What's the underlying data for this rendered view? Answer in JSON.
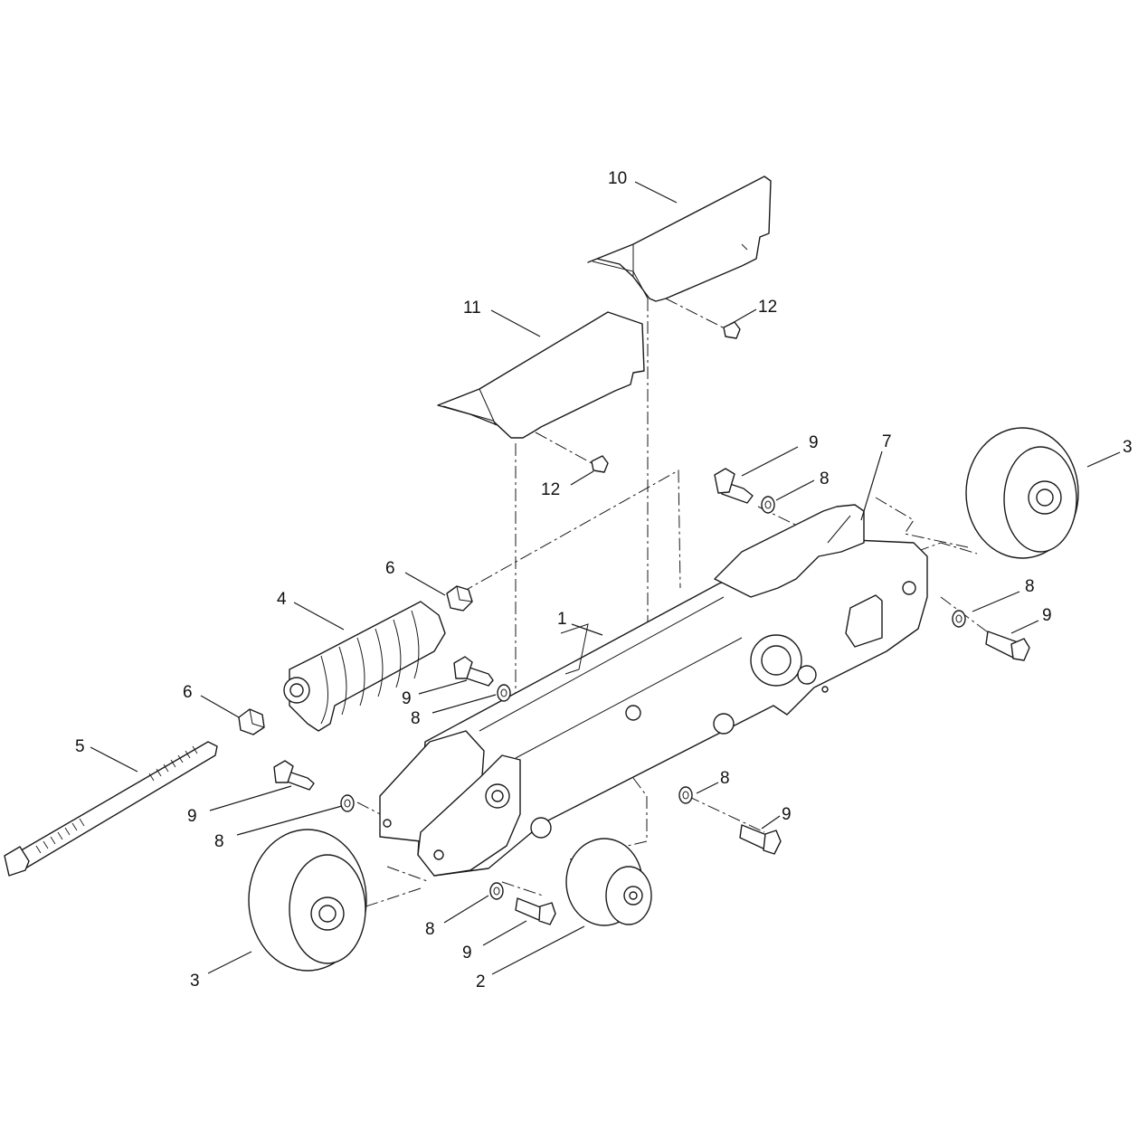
{
  "diagram": {
    "kind": "exploded parts diagram",
    "callouts": [
      {
        "id": "c10",
        "label": "10"
      },
      {
        "id": "c11",
        "label": "11"
      },
      {
        "id": "c12a",
        "label": "12"
      },
      {
        "id": "c12b",
        "label": "12"
      },
      {
        "id": "c9a",
        "label": "9"
      },
      {
        "id": "c8a",
        "label": "8"
      },
      {
        "id": "c7",
        "label": "7"
      },
      {
        "id": "c3a",
        "label": "3"
      },
      {
        "id": "c6a",
        "label": "6"
      },
      {
        "id": "c4",
        "label": "4"
      },
      {
        "id": "c1",
        "label": "1"
      },
      {
        "id": "c8b",
        "label": "8"
      },
      {
        "id": "c9b",
        "label": "9"
      },
      {
        "id": "c9c",
        "label": "9"
      },
      {
        "id": "c8c",
        "label": "8"
      },
      {
        "id": "c6b",
        "label": "6"
      },
      {
        "id": "c5",
        "label": "5"
      },
      {
        "id": "c9d",
        "label": "9"
      },
      {
        "id": "c8d",
        "label": "8"
      },
      {
        "id": "c8e",
        "label": "8"
      },
      {
        "id": "c9e",
        "label": "9"
      },
      {
        "id": "c8f",
        "label": "8"
      },
      {
        "id": "c9f",
        "label": "9"
      },
      {
        "id": "c3b",
        "label": "3"
      },
      {
        "id": "c2",
        "label": "2"
      }
    ]
  }
}
